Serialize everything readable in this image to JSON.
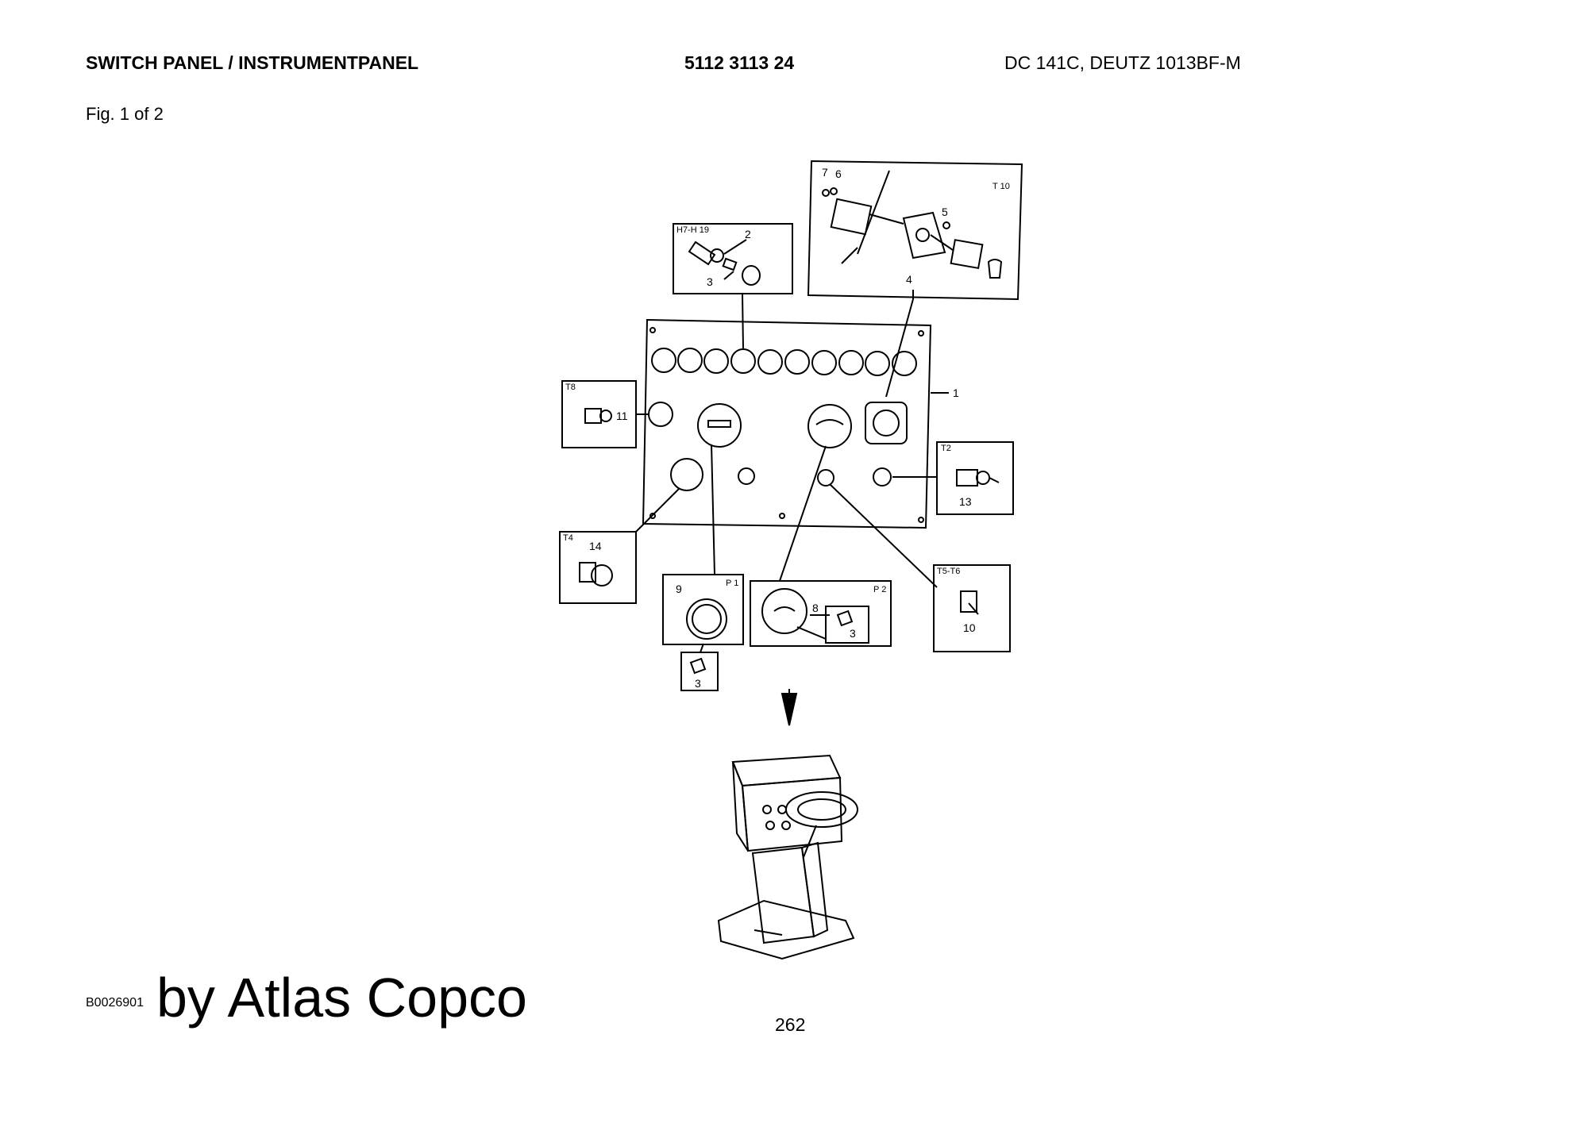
{
  "header": {
    "title": "SWITCH PANEL / INSTRUMENTPANEL",
    "part_number": "5112 3113 24",
    "model": "DC 141C, DEUTZ 1013BF-M"
  },
  "figure_label": "Fig. 1 of 2",
  "footer": {
    "doc_id": "B0026901",
    "brand": "by Atlas Copco",
    "page_number": "262"
  },
  "diagram": {
    "group_tags": {
      "t10": "T 10",
      "h7h19": "H7-H 19",
      "t8": "T8",
      "t2": "T2",
      "t4": "T4",
      "t5t6": "T5-T6",
      "p1": "P 1",
      "p2": "P 2"
    },
    "callouts": {
      "c1": "1",
      "c2": "2",
      "c3a": "3",
      "c3b": "3",
      "c3c": "3",
      "c4": "4",
      "c5": "5",
      "c6": "6",
      "c7": "7",
      "c8": "8",
      "c9": "9",
      "c10": "10",
      "c11": "11",
      "c13": "13",
      "c14": "14"
    }
  }
}
